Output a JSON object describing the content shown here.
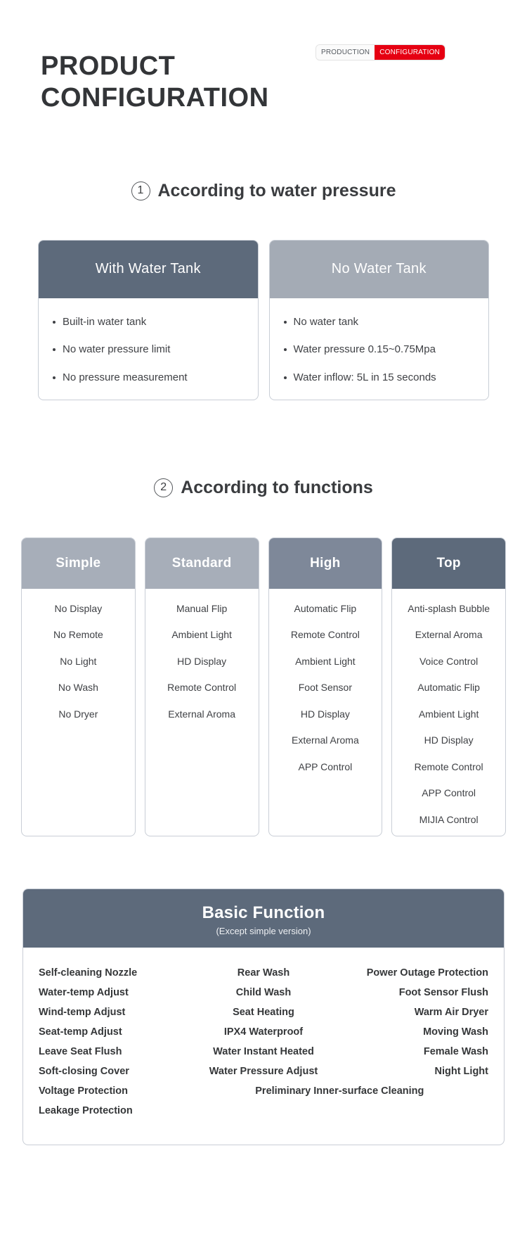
{
  "header": {
    "title": "PRODUCT\nCONFIGURATION",
    "badge_left": "PRODUCTION",
    "badge_right": "CONFIGURATION",
    "badge_right_color": "#e60012"
  },
  "sections": [
    {
      "number": "1",
      "heading": "According to water pressure",
      "cards": [
        {
          "title": "With Water Tank",
          "header_color": "#5d6a7b",
          "items": [
            "Built-in water tank",
            "No water pressure limit",
            "No pressure measurement"
          ]
        },
        {
          "title": "No Water Tank",
          "header_color": "#a4abb5",
          "items": [
            "No water tank",
            "Water pressure 0.15~0.75Mpa",
            "Water inflow: 5L in 15 seconds"
          ]
        }
      ]
    },
    {
      "number": "2",
      "heading": "According to functions",
      "tiers": [
        {
          "title": "Simple",
          "header_color": "#a7aeb9",
          "items": [
            "No Display",
            "No Remote",
            "No Light",
            "No Wash",
            "No Dryer"
          ]
        },
        {
          "title": "Standard",
          "header_color": "#a7aeb9",
          "items": [
            "Manual Flip",
            "Ambient Light",
            "HD Display",
            "Remote Control",
            "External Aroma"
          ]
        },
        {
          "title": "High",
          "header_color": "#7e8899",
          "items": [
            "Automatic Flip",
            "Remote Control",
            "Ambient Light",
            "Foot Sensor",
            "HD Display",
            "External Aroma",
            "APP Control"
          ]
        },
        {
          "title": "Top",
          "header_color": "#5d6a7b",
          "items": [
            "Anti-splash Bubble",
            "External Aroma",
            "Voice Control",
            "Automatic Flip",
            "Ambient Light",
            "HD Display",
            "Remote Control",
            "APP Control",
            "MIJIA Control"
          ]
        }
      ]
    }
  ],
  "basic_function": {
    "title": "Basic Function",
    "subtitle": "(Except simple version)",
    "header_color": "#5d6a7b",
    "rows": [
      [
        "Self-cleaning Nozzle",
        "Rear Wash",
        "Power Outage Protection"
      ],
      [
        "Water-temp Adjust",
        "Child Wash",
        "Foot Sensor Flush"
      ],
      [
        "Wind-temp Adjust",
        "Seat Heating",
        "Warm Air Dryer"
      ],
      [
        "Seat-temp Adjust",
        "IPX4 Waterproof",
        "Moving Wash"
      ],
      [
        "Leave Seat Flush",
        "Water Instant Heated",
        "Female Wash"
      ],
      [
        "Soft-closing Cover",
        "Water Pressure Adjust",
        "Night Light"
      ]
    ],
    "tail_left": "Voltage Protection",
    "tail_span": "Preliminary Inner-surface Cleaning",
    "tail_left2": "Leakage Protection"
  }
}
